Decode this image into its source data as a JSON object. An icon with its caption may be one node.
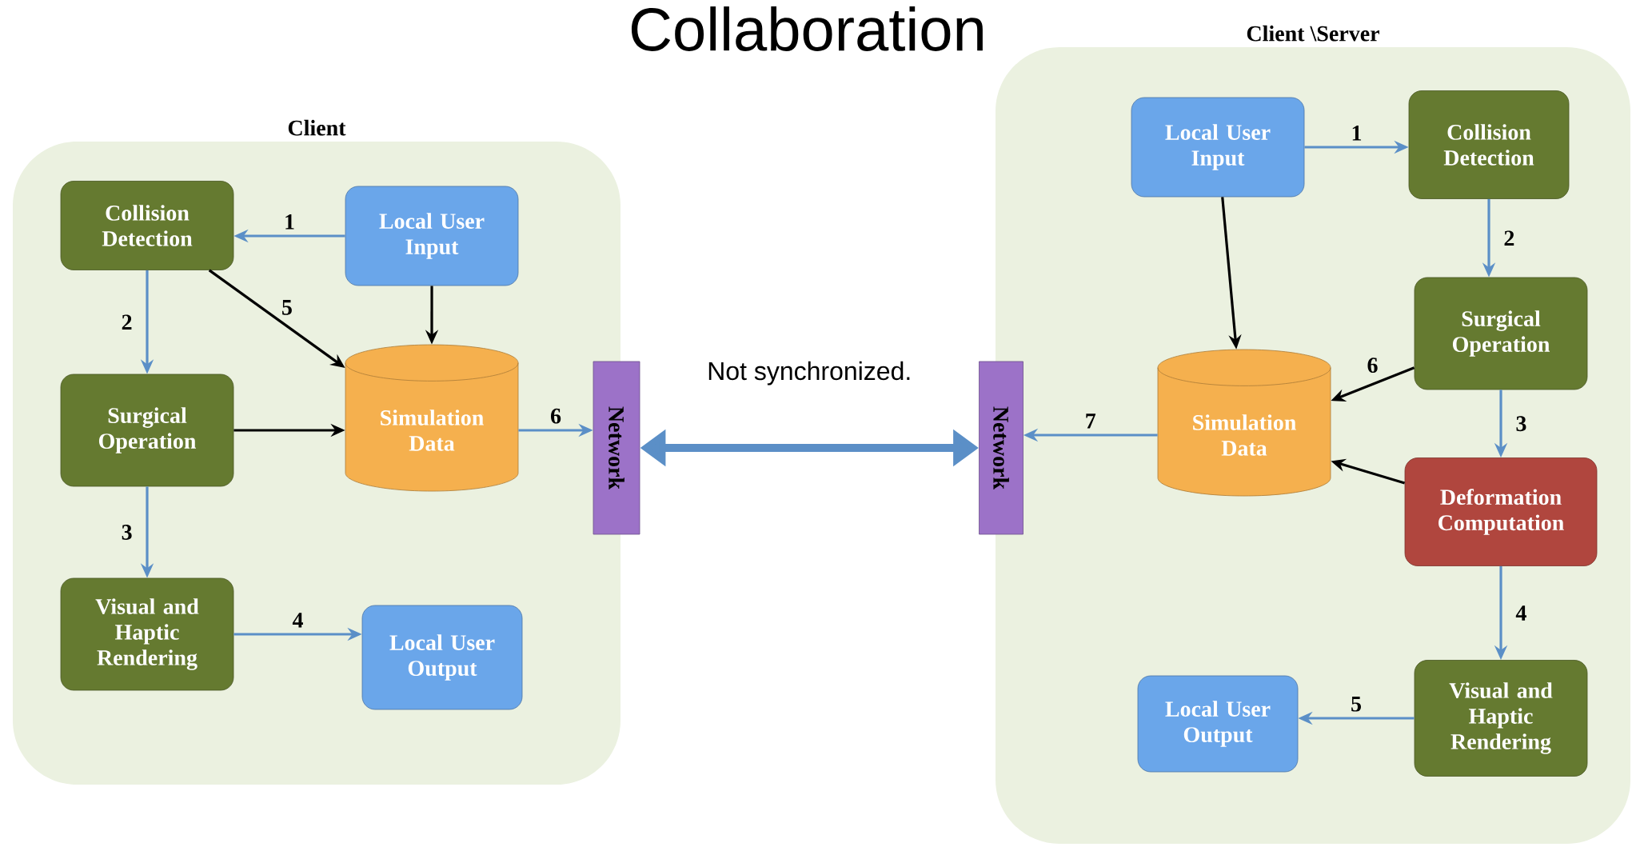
{
  "diagram": {
    "title": "Collaboration",
    "nodes": [
      {
        "text": [
          "Client"
        ]
      },
      {
        "text": [
          "Collision Detection"
        ],
        "in": 0
      },
      {
        "text": [
          "Local User Input"
        ],
        "in": 0
      },
      {
        "text": [
          "Surgical Operation"
        ],
        "in": 0
      },
      {
        "text": [
          "Simulation Data"
        ],
        "in": 0
      },
      {
        "text": [
          "Visual and Haptic Rendering"
        ],
        "in": 0
      },
      {
        "text": [
          "Local User Output"
        ],
        "in": 0
      },
      {
        "text": [
          "Network"
        ]
      },
      {
        "text": [
          "Client \\Server"
        ]
      },
      {
        "text": [
          "Local User Input"
        ],
        "in": 8
      },
      {
        "text": [
          "Collision Detection"
        ],
        "in": 8
      },
      {
        "text": [
          "Surgical Operation"
        ],
        "in": 8
      },
      {
        "text": [
          "Simulation Data"
        ],
        "in": 8
      },
      {
        "text": [
          "Deformation Computation"
        ],
        "in": 8
      },
      {
        "text": [
          "Visual and Haptic Rendering"
        ],
        "in": 8
      },
      {
        "text": [
          "Local User Output"
        ],
        "in": 8
      },
      {
        "text": [
          "Network"
        ]
      }
    ],
    "edges": [
      {
        "from": 2,
        "to": 1,
        "arrow": "to",
        "label": "1"
      },
      {
        "from": 1,
        "to": 3,
        "arrow": "to",
        "label": "2"
      },
      {
        "from": 3,
        "to": 5,
        "arrow": "to",
        "label": "3"
      },
      {
        "from": 5,
        "to": 6,
        "arrow": "to",
        "label": "4"
      },
      {
        "from": 1,
        "to": 4,
        "arrow": "to",
        "label": "5",
        "color": "#000000"
      },
      {
        "from": 2,
        "to": 4,
        "arrow": "to",
        "color": "#000000"
      },
      {
        "from": 3,
        "to": 4,
        "arrow": "to",
        "color": "#000000"
      },
      {
        "from": 4,
        "to": 7,
        "arrow": "to",
        "label": "6"
      },
      {
        "from": 7,
        "to": 16,
        "arrow": "both",
        "label": "Not synchronized.",
        "style": "thick"
      },
      {
        "from": 9,
        "to": 10,
        "arrow": "to",
        "label": "1"
      },
      {
        "from": 10,
        "to": 11,
        "arrow": "to",
        "label": "2"
      },
      {
        "from": 11,
        "to": 13,
        "arrow": "to",
        "label": "3"
      },
      {
        "from": 13,
        "to": 14,
        "arrow": "to",
        "label": "4"
      },
      {
        "from": 14,
        "to": 15,
        "arrow": "to",
        "label": "5"
      },
      {
        "from": 9,
        "to": 12,
        "arrow": "to",
        "color": "#000000"
      },
      {
        "from": 11,
        "to": 12,
        "arrow": "to",
        "label": "6",
        "color": "#000000"
      },
      {
        "from": 13,
        "to": 12,
        "arrow": "to",
        "color": "#000000"
      },
      {
        "from": 12,
        "to": 16,
        "arrow": "to",
        "label": "7"
      }
    ]
  }
}
